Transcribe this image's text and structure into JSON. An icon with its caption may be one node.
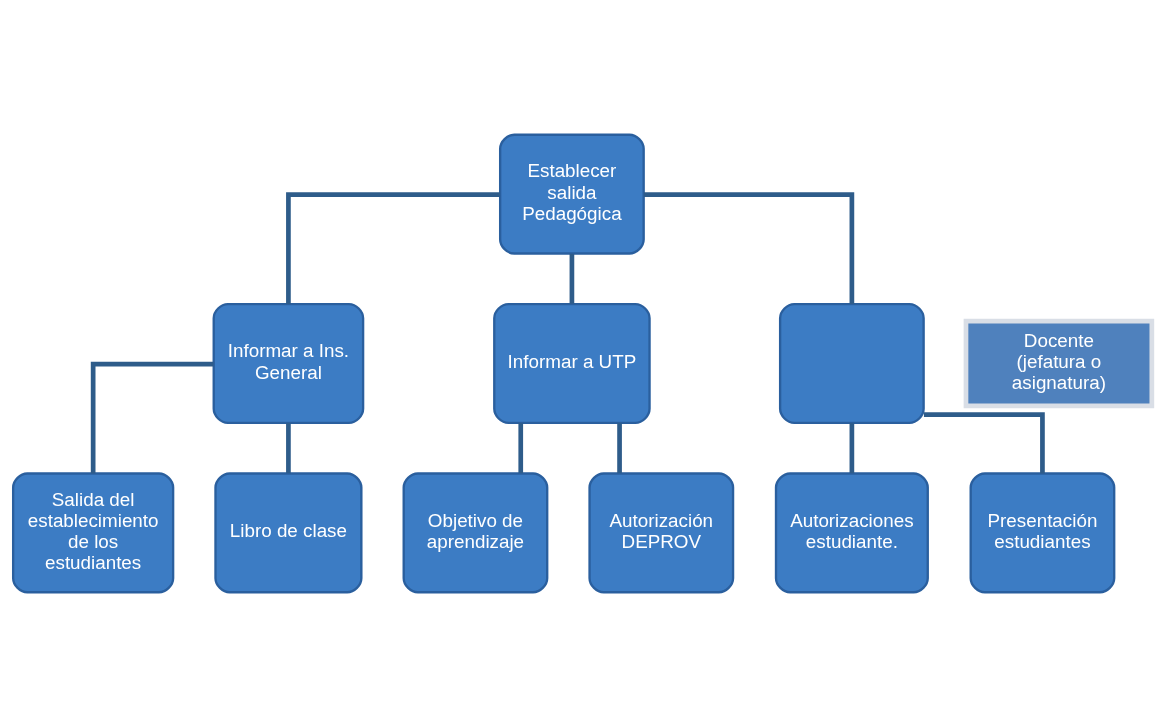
{
  "diagram": {
    "nodes": [
      {
        "text": [
          "Establecer salida Pedagógica"
        ]
      },
      {
        "text": [
          "Informar a Ins. General"
        ]
      },
      {
        "text": [
          "Informar a UTP"
        ]
      },
      {
        "text": [],
        "shape": "box"
      },
      {
        "text": [
          "Docente (jefatura o asignatura)"
        ]
      },
      {
        "text": [
          "Salida del establecimiento de los estudiantes"
        ]
      },
      {
        "text": [
          "Libro de clase"
        ]
      },
      {
        "text": [
          "Objetivo de aprendizaje"
        ]
      },
      {
        "text": [
          "Autorización DEPROV"
        ]
      },
      {
        "text": [
          "Autorizaciones estudiante."
        ]
      },
      {
        "text": [
          "Presentación estudiantes"
        ]
      }
    ],
    "edges": [
      {
        "from": 0,
        "to": 1,
        "arrow": "none"
      },
      {
        "from": 0,
        "to": 2,
        "arrow": "none"
      },
      {
        "from": 0,
        "to": 3,
        "arrow": "none"
      },
      {
        "from": 1,
        "to": 5,
        "arrow": "none"
      },
      {
        "from": 1,
        "to": 6,
        "arrow": "none"
      },
      {
        "from": 2,
        "to": 7,
        "arrow": "none"
      },
      {
        "from": 2,
        "to": 8,
        "arrow": "none"
      },
      {
        "from": 3,
        "to": 9,
        "arrow": "none"
      },
      {
        "from": 3,
        "to": 10,
        "arrow": "none"
      }
    ]
  }
}
